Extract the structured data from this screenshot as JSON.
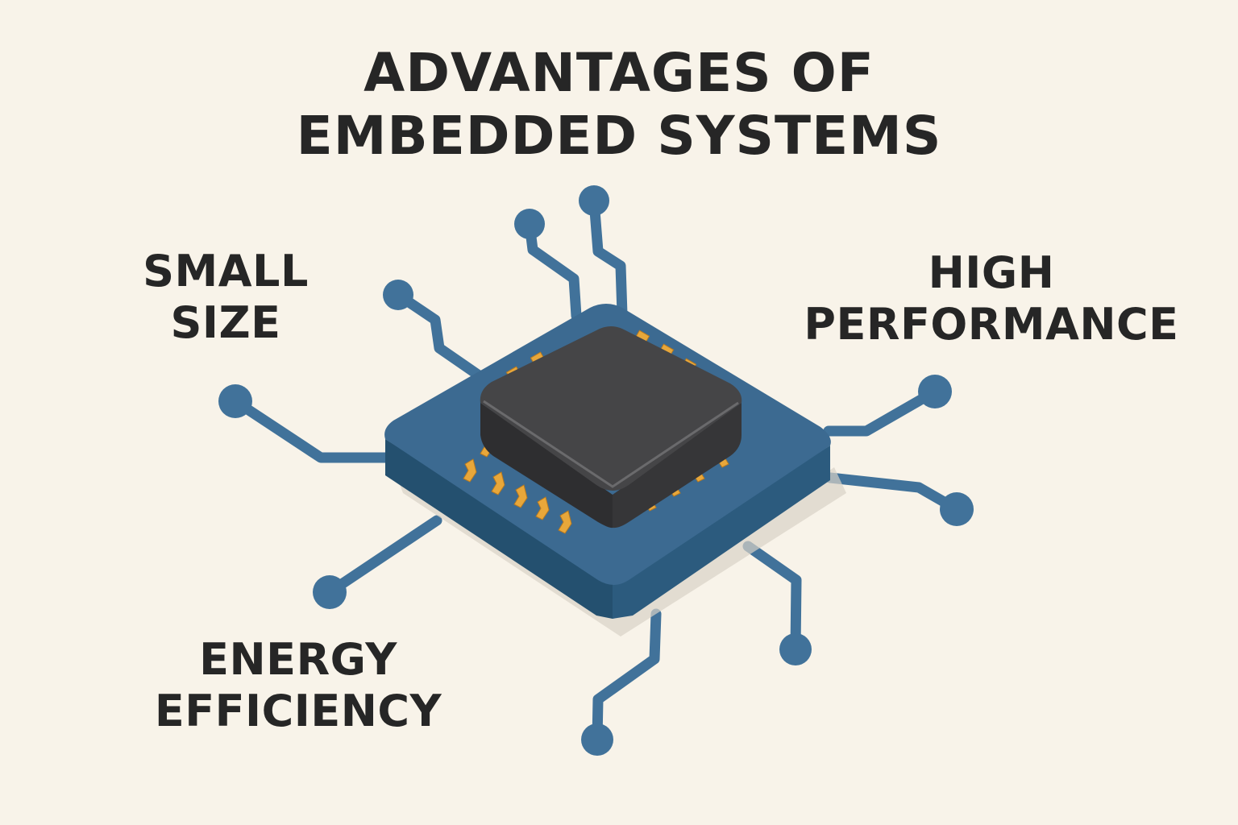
{
  "title": {
    "line1": "ADVANTAGES OF",
    "line2": "EMBEDDED SYSTEMS"
  },
  "labels": {
    "small_size": {
      "line1": "SMALL",
      "line2": "SIZE"
    },
    "high_performance": {
      "line1": "HIGH",
      "line2": "PERFORMANCE"
    },
    "energy_efficiency": {
      "line1": "ENERGY",
      "line2": "EFFICIENCY"
    }
  },
  "colors": {
    "background": "#f8f3e9",
    "board": "#3c6a91",
    "trace": "#41729a",
    "chip": "#3f3f41",
    "pins": "#e8a73a",
    "text": "#262626"
  }
}
